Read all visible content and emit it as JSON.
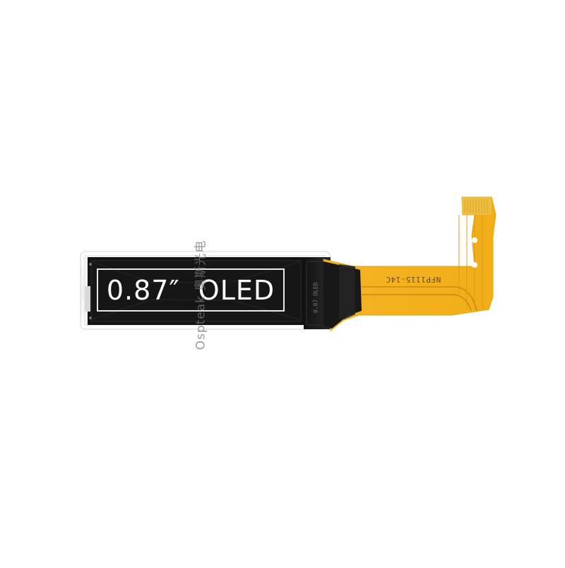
{
  "overlay_text": "0.87″  OLED",
  "watermark_text": "Ospteak 奥斯光电",
  "fpc_text": "NFP1115-14C",
  "ic_text": "0.87 OLED",
  "colors": {
    "background": "#ffffff",
    "panel_glass": "#f3f3f3",
    "panel_screen": "#111111",
    "driver_ic": "#161616",
    "fpc": "#f2b01f",
    "fpc_trace": "#ca8a12",
    "overlay_border": "#e8e8e8"
  },
  "icons": [
    "oled-module-image",
    "fpc-cable-image",
    "driver-ic-image"
  ]
}
